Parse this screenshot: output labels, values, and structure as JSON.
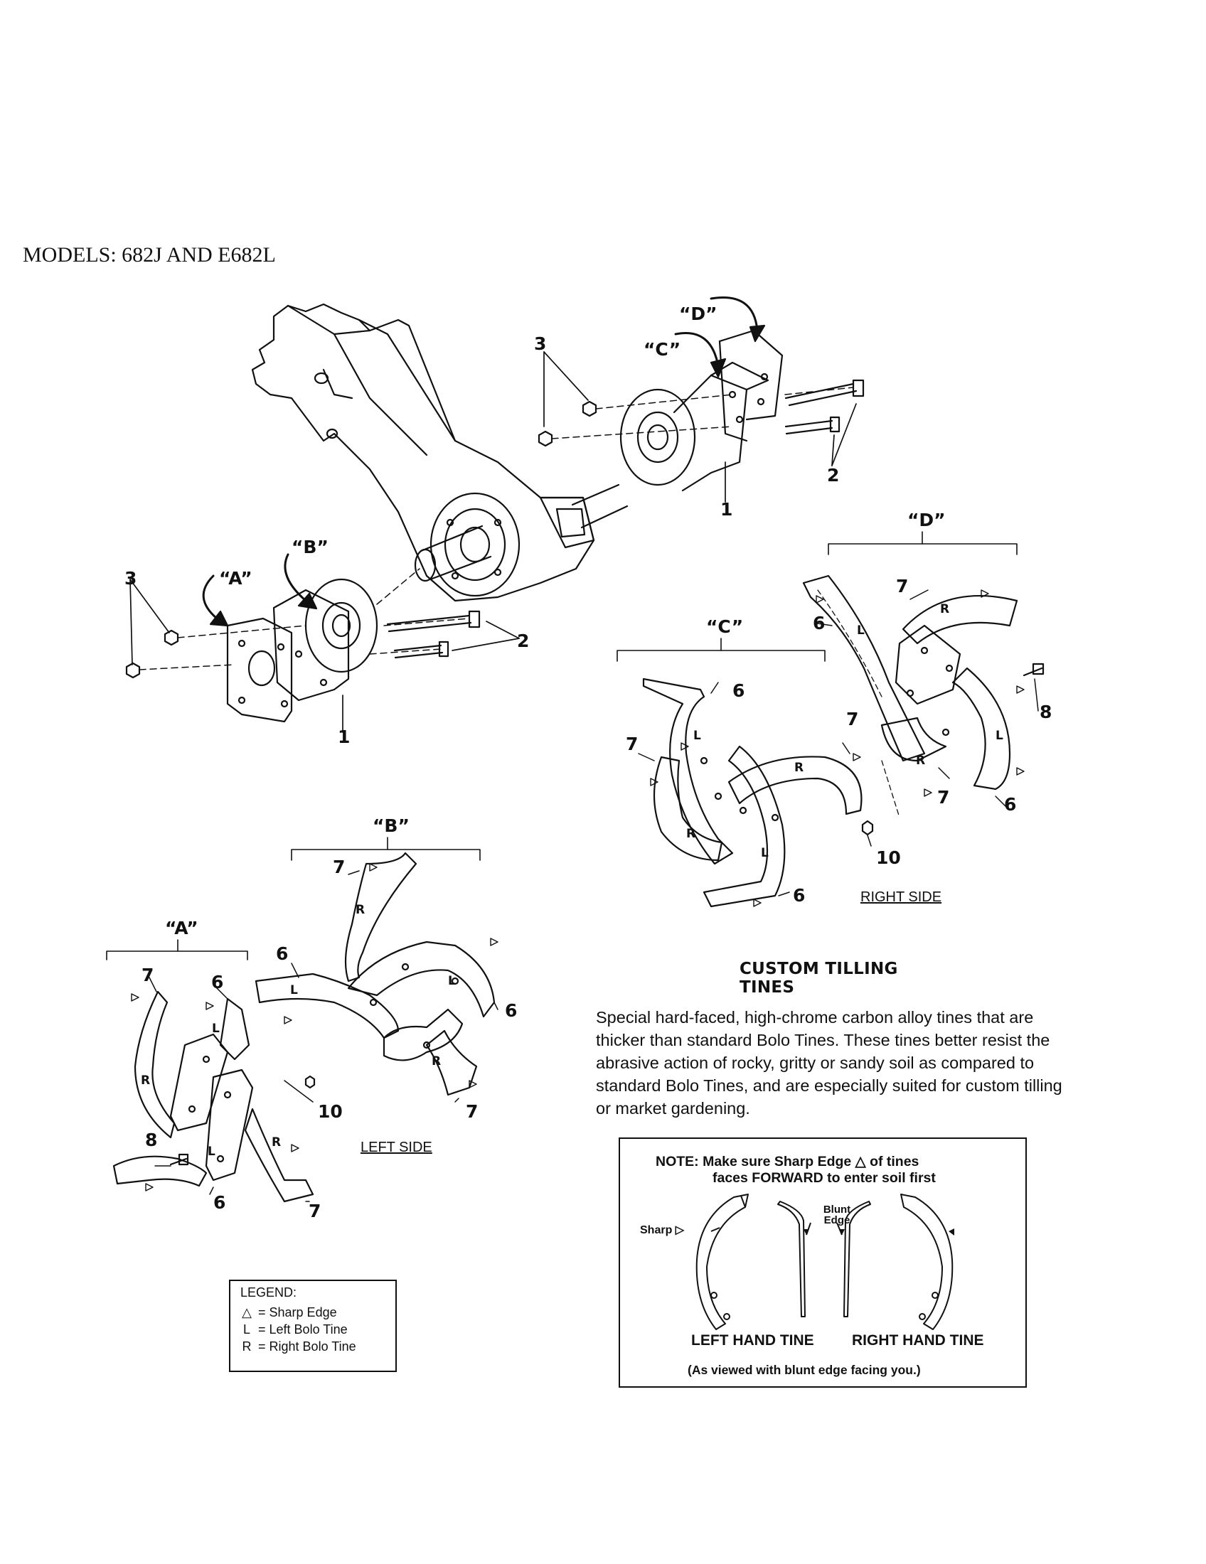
{
  "header": {
    "models": "MODELS: 682J AND E682L"
  },
  "callouts": {
    "n1": "1",
    "n2": "2",
    "n3": "3",
    "n6": "6",
    "n7": "7",
    "n8": "8",
    "n10": "10",
    "qa": "“A”",
    "qb": "“B”",
    "qc": "“C”",
    "qd": "“D”"
  },
  "tine_letters": {
    "left": "L",
    "right": "R"
  },
  "side_labels": {
    "right": "RIGHT SIDE",
    "left": "LEFT SIDE"
  },
  "custom_tines": {
    "title": "CUSTOM TILLING TINES",
    "body": "Special hard-faced, high-chrome carbon alloy tines that are thicker than standard Bolo Tines. These tines better resist the abrasive action of rocky, gritty or sandy soil as compared to standard Bolo Tines, and are especially suited for custom tilling or market gardening."
  },
  "note": {
    "line1": "NOTE:  Make sure Sharp Edge △ of tines",
    "line2": "faces FORWARD to enter soil first",
    "sharp": "Sharp ▷",
    "blunt_edge": "Blunt Edge",
    "left_hand": "LEFT HAND TINE",
    "right_hand": "RIGHT HAND TINE",
    "footer": "(As viewed with blunt edge facing you.)"
  },
  "legend": {
    "title": "LEGEND:",
    "sharp_sym": "△",
    "sharp_text": "= Sharp Edge",
    "left_sym": "L",
    "left_text": "= Left Bolo Tine",
    "right_sym": "R",
    "right_text": "= Right Bolo Tine"
  }
}
